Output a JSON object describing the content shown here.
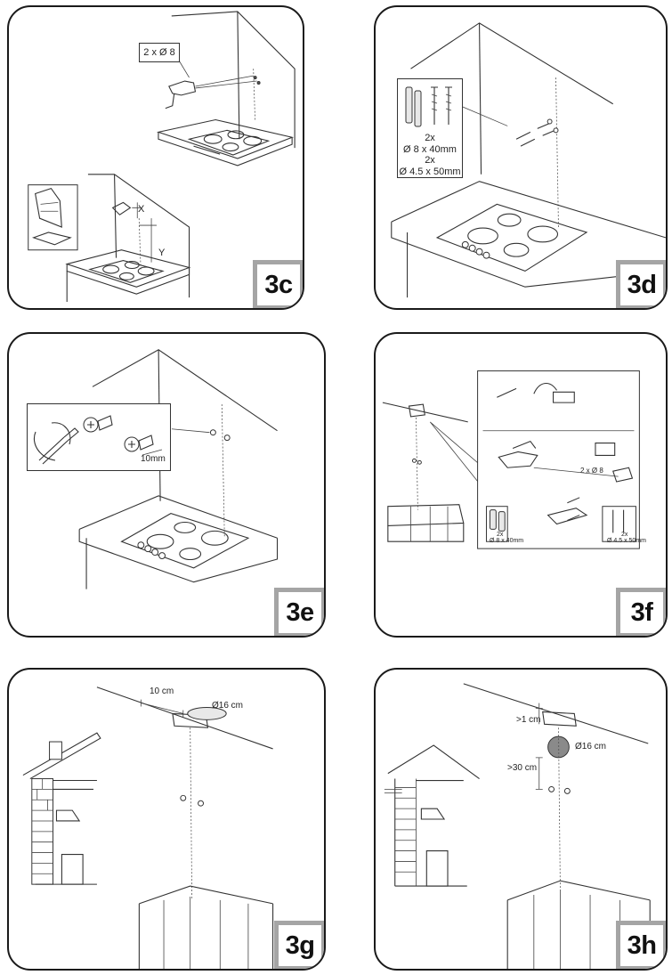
{
  "panels": {
    "p3c": {
      "badge": "3c",
      "callout": "2 x Ø 8",
      "x_label": "X",
      "y_label": "Y"
    },
    "p3d": {
      "badge": "3d",
      "callout_lines": [
        "2x",
        "Ø 8 x 40mm",
        "2x",
        "Ø 4.5 x 50mm"
      ]
    },
    "p3e": {
      "badge": "3e",
      "measure": "10mm"
    },
    "p3f": {
      "badge": "3f",
      "drill_label": "2 x Ø 8",
      "plug_label_1": "2x",
      "plug_label_2": "Ø 8 x 40mm",
      "screw_label_1": "2x",
      "screw_label_2": "Ø 4.5 x 50mm"
    },
    "p3g": {
      "badge": "3g",
      "offset": "10 cm",
      "diameter": "Ø16 cm"
    },
    "p3h": {
      "badge": "3h",
      "top_gap": ">1 cm",
      "diameter": "Ø16 cm",
      "bottom_gap": ">30 cm"
    }
  }
}
